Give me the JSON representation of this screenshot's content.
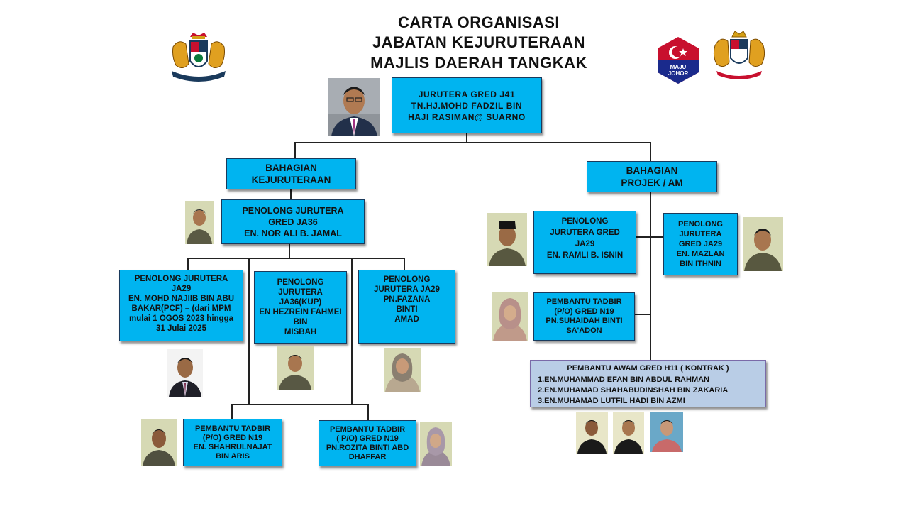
{
  "header": {
    "title_line1": "CARTA ORGANISASI",
    "title_line2": "JABATAN KEJURUTERAAN",
    "title_line3": "MAJLIS DAERAH TANGKAK"
  },
  "logos": {
    "right_badge_text_1": "MAJU",
    "right_badge_text_2": "JOHOR"
  },
  "head": {
    "line1": "JURUTERA  GRED  J41",
    "line2": "TN.HJ.MOHD  FADZIL  BIN",
    "line3": "HAJI RASIMAN@  SUARNO"
  },
  "departments": {
    "left_line1": "BAHAGIAN",
    "left_line2": "KEJURUTERAAN",
    "right_line1": "BAHAGIAN",
    "right_line2": "PROJEK / AM"
  },
  "left_branch": {
    "ja36": {
      "line1": "PENOLONG  JURUTERA",
      "line2": "GRED  JA36",
      "line3": "EN.  NOR ALI B. JAMAL"
    },
    "najiib": {
      "line1": "PENOLONG  JURUTERA",
      "line2": "JA29",
      "line3": "EN. MOHD NAJIIB BIN ABU",
      "line4": "BAKAR(PCF) – (dari MPM",
      "line5": "mulai 1 OGOS 2023 hingga",
      "line6": "31 Julai 2025"
    },
    "hezrein": {
      "line1": "PENOLONG",
      "line2": "JURUTERA",
      "line3": "JA36(KUP)",
      "line4": "EN HEZREIN FAHMEI",
      "line5": "BIN",
      "line6": "MISBAH"
    },
    "fazana": {
      "line1": "PENOLONG",
      "line2": "JURUTERA JA29",
      "line3": "PN.FAZANA",
      "line4": "BINTI",
      "line5": "AMAD"
    },
    "shahrul": {
      "line1": "PEMBANTU TADBIR",
      "line2": "(P/O) GRED N19",
      "line3": "EN.  SHAHRULNAJAT",
      "line4": "BIN ARIS"
    },
    "rozita": {
      "line1": "PEMBANTU TADBIR",
      "line2": "( P/O) GRED  N19",
      "line3": "PN.ROZITA BINTI ABD",
      "line4": "DHAFFAR"
    }
  },
  "right_branch": {
    "ramli": {
      "line1": "PENOLONG",
      "line2": "JURUTERA GRED",
      "line3": "JA29",
      "line4": "EN.  RAMLI  B.  ISNIN"
    },
    "mazlan": {
      "line1": "PENOLONG",
      "line2": "JURUTERA",
      "line3": "GRED JA29",
      "line4": "EN.  MAZLAN",
      "line5": "BIN ITHNIN"
    },
    "suhaidah": {
      "line1": "PEMBANTU TADBIR",
      "line2": "(P/O) GRED N19",
      "line3": "PN.SUHAIDAH BINTI",
      "line4": "SA'ADON"
    },
    "contract": {
      "title": "PEMBANTU AWAM GRED H11  ( KONTRAK )",
      "item1": "1.EN.MUHAMMAD EFAN BIN ABDUL RAHMAN",
      "item2": "2.EN.MUHAMAD SHAHABUDINSHAH BIN ZAKARIA",
      "item3": "3.EN.MUHAMAD LUTFIL HADI BIN AZMI"
    }
  },
  "colors": {
    "box_fill": "#00b4f0",
    "box_border": "#1a3a5c",
    "contract_fill": "#b9cde6"
  }
}
